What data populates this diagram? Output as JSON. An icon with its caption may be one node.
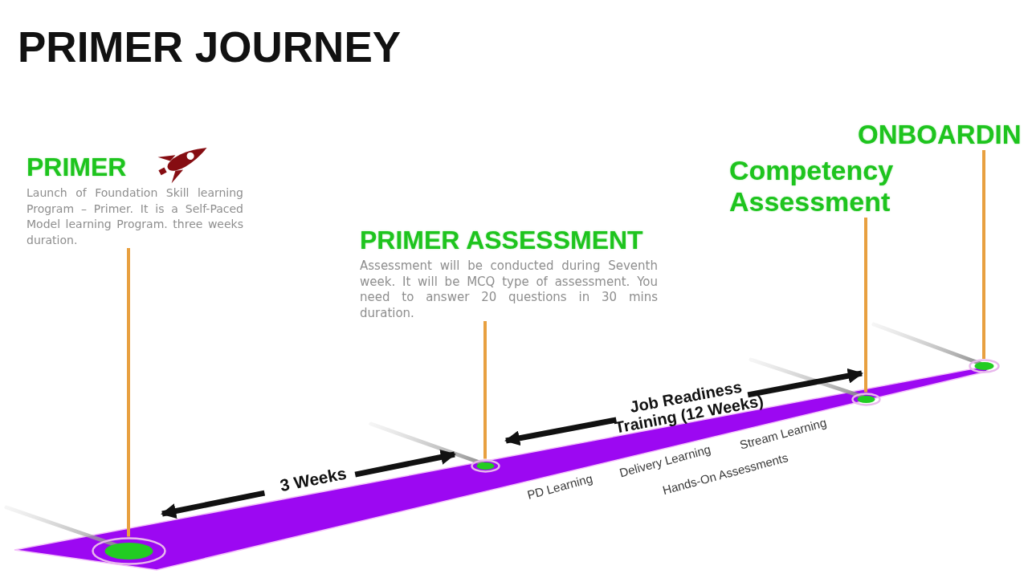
{
  "diagram": {
    "title": "PRIMER JOURNEY",
    "nodes": [
      {
        "text": [
          "PRIMER",
          "Launch of Foundation Skill learning Program – Primer. It is a Self-Paced Model learning Program. three weeks duration."
        ]
      },
      {
        "text": [
          "PRIMER ASSESSMENT",
          "Assessment will be conducted during Seventh week. It will be MCQ type of assessment. You need to answer 20 questions in 30 mins duration."
        ]
      },
      {
        "text": [
          "Competency Assessment"
        ]
      },
      {
        "text": [
          "ONBOARDIN"
        ]
      },
      {
        "text": [],
        "shape": "circle"
      },
      {
        "text": [],
        "shape": "circle"
      },
      {
        "text": [],
        "shape": "circle"
      },
      {
        "text": [],
        "shape": "circle"
      }
    ],
    "edges": [
      {
        "from": 0,
        "to": 4,
        "arrow": "none"
      },
      {
        "from": 1,
        "to": 5,
        "arrow": "none"
      },
      {
        "from": 2,
        "to": 6,
        "arrow": "none"
      },
      {
        "from": 3,
        "to": 7,
        "arrow": "none"
      }
    ],
    "labels": [
      "3 Weeks",
      "Job Readiness Training (12 Weeks)",
      "PD Learning",
      "Delivery Learning",
      "Stream Learning",
      "Hands-On Assessments"
    ]
  }
}
